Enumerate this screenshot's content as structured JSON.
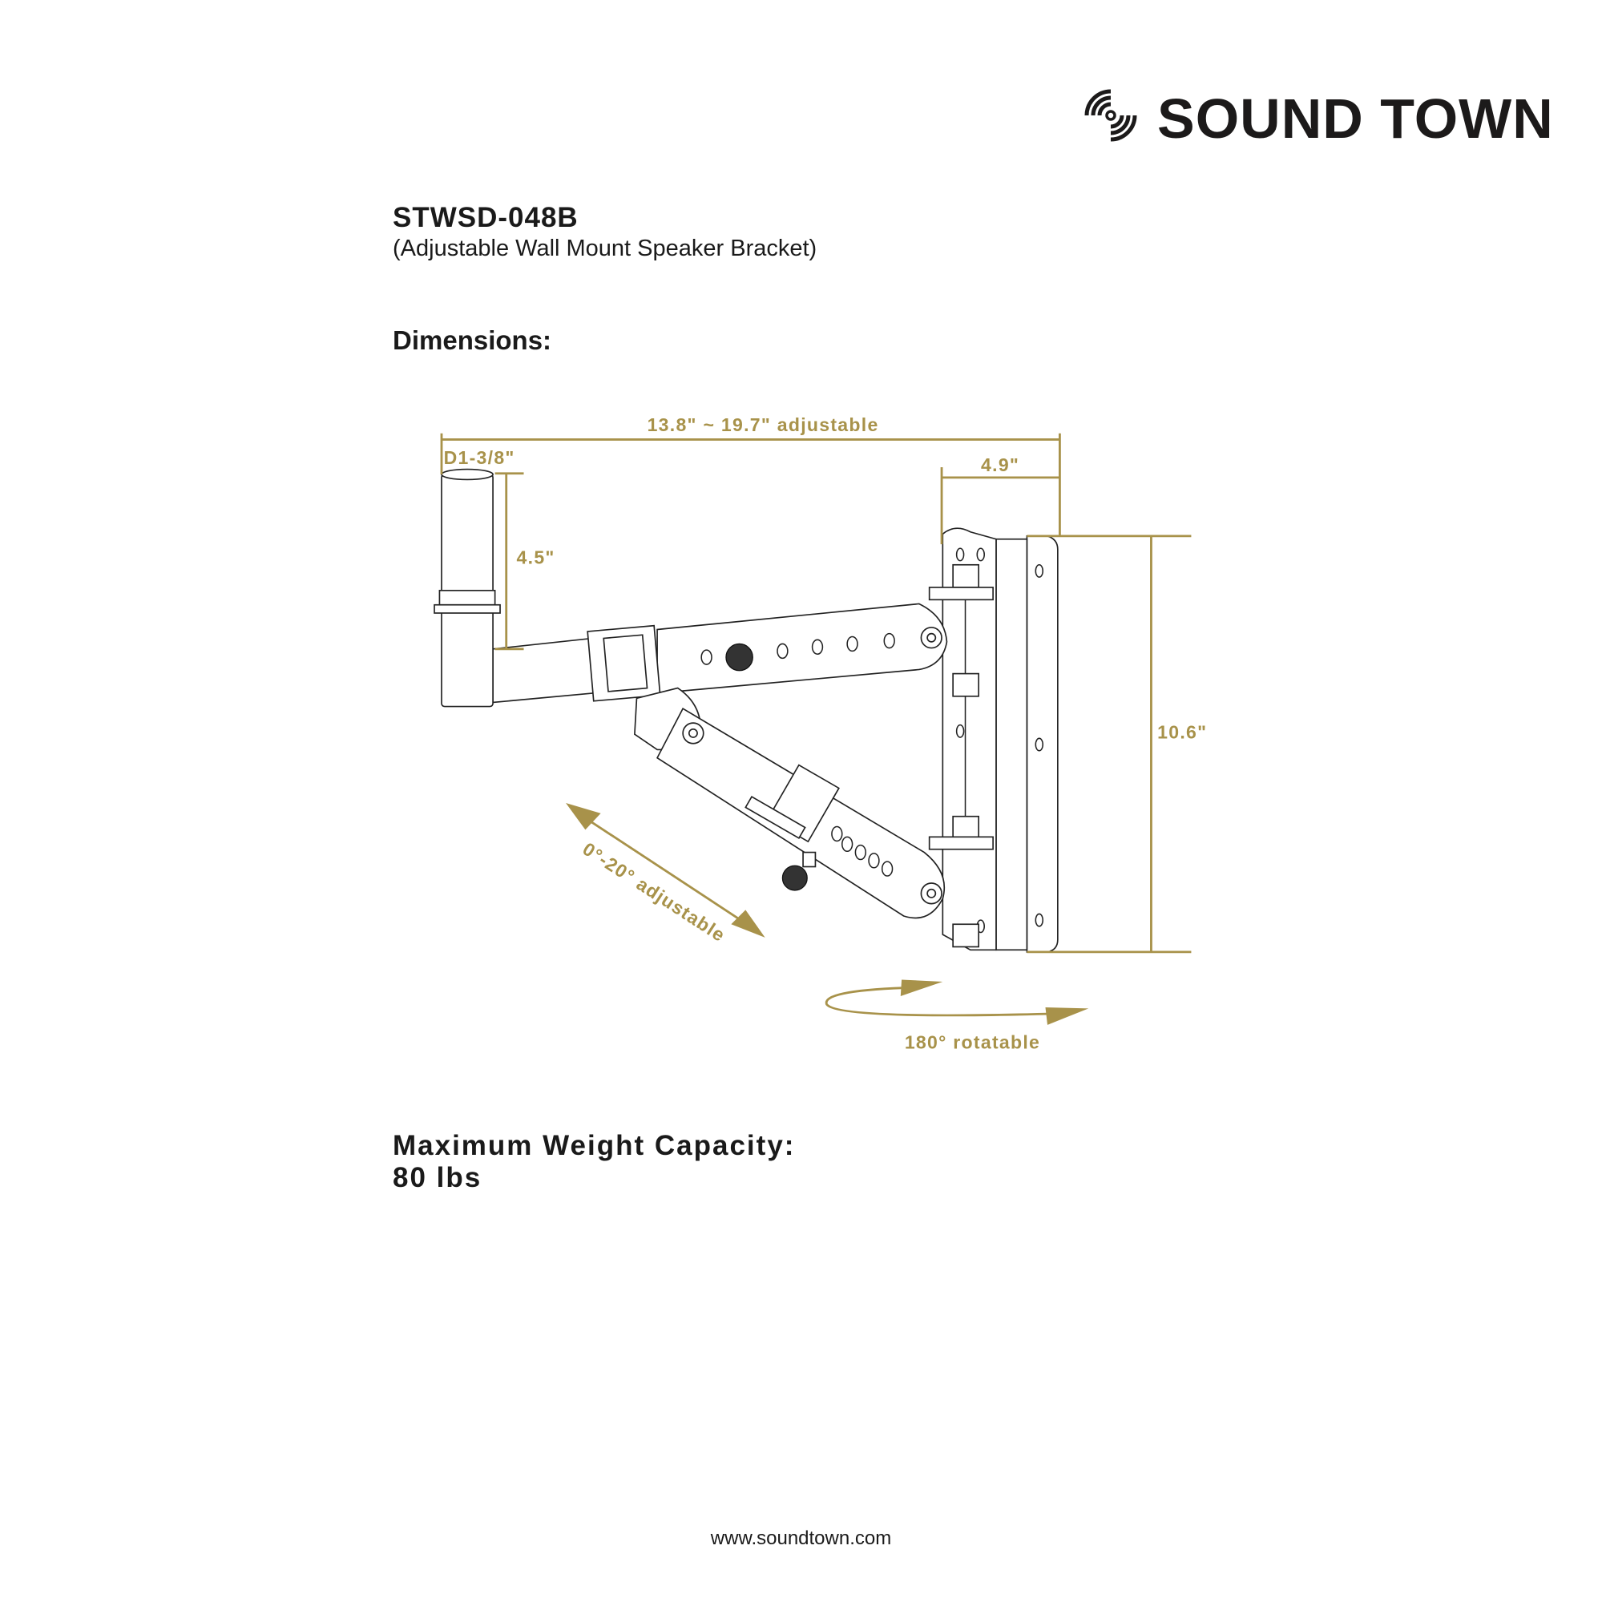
{
  "brand": {
    "name": "SOUND TOWN",
    "logo_icon": "sound-waves-disc-icon"
  },
  "product": {
    "model": "STWSD-048B",
    "subtitle": "(Adjustable Wall Mount Speaker Bracket)"
  },
  "dimensions": {
    "heading": "Dimensions:",
    "overall_length": "13.8\" ~ 19.7\" adjustable",
    "pole_diameter": "D1-3/8\"",
    "pole_height": "4.5\"",
    "plate_depth": "4.9\"",
    "plate_height": "10.6\"",
    "tilt": "0°-20° adjustable",
    "rotation": "180° rotatable"
  },
  "weight": {
    "label": "Maximum Weight Capacity:",
    "value": "80 lbs"
  },
  "footer": {
    "url": "www.soundtown.com"
  },
  "colors": {
    "accent": "#a8924a",
    "text": "#1a1a1a"
  }
}
